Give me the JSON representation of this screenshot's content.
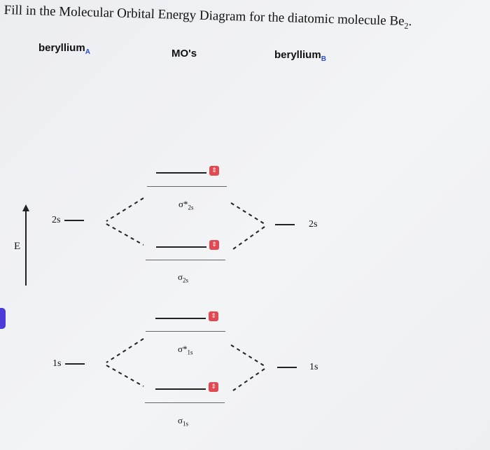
{
  "question": {
    "text": "Fill in the Molecular Orbital Energy Diagram for the diatomic molecule Be",
    "subscript": "2",
    "suffix": "."
  },
  "columns": {
    "left": {
      "name": "beryllium",
      "sub": "A"
    },
    "middle": {
      "name": "MO's"
    },
    "right": {
      "name": "beryllium",
      "sub": "B"
    }
  },
  "axis": {
    "label": "E"
  },
  "atomic_levels": {
    "left_2s": "2s",
    "right_2s": "2s",
    "left_1s": "1s",
    "right_1s": "1s"
  },
  "molecular_orbitals": {
    "sigma_star_2s": {
      "symbol": "σ*",
      "sub": "2s"
    },
    "sigma_2s": {
      "symbol": "σ",
      "sub": "2s"
    },
    "sigma_star_1s": {
      "symbol": "σ*",
      "sub": "1s"
    },
    "sigma_1s": {
      "symbol": "σ",
      "sub": "1s"
    }
  },
  "dropdown_icon": "stepper-icon",
  "dropdown_glyph": "⇕",
  "colors": {
    "dropdown": "#e14a52",
    "subscript_accent": "#2a4fd6",
    "edge_handle": "#4b3bd9"
  }
}
